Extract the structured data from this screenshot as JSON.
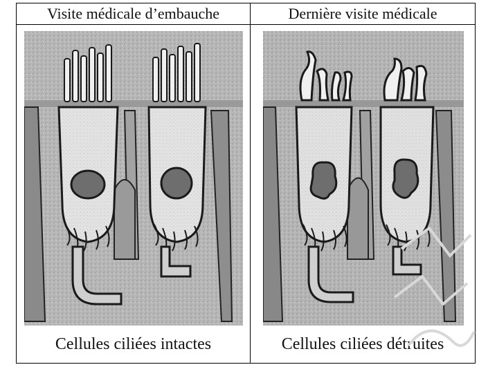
{
  "table": {
    "headers": {
      "left": "Visite médicale d’embauche",
      "right": "Dernière visite médicale"
    },
    "captions": {
      "left": "Cellules ciliées intactes",
      "right": "Cellules ciliées détruites"
    }
  },
  "colors": {
    "background": "#bdbdbd",
    "cell": "#e6e6e6",
    "nucleus": "#6e6e6e",
    "outline": "#1a1a1a"
  }
}
